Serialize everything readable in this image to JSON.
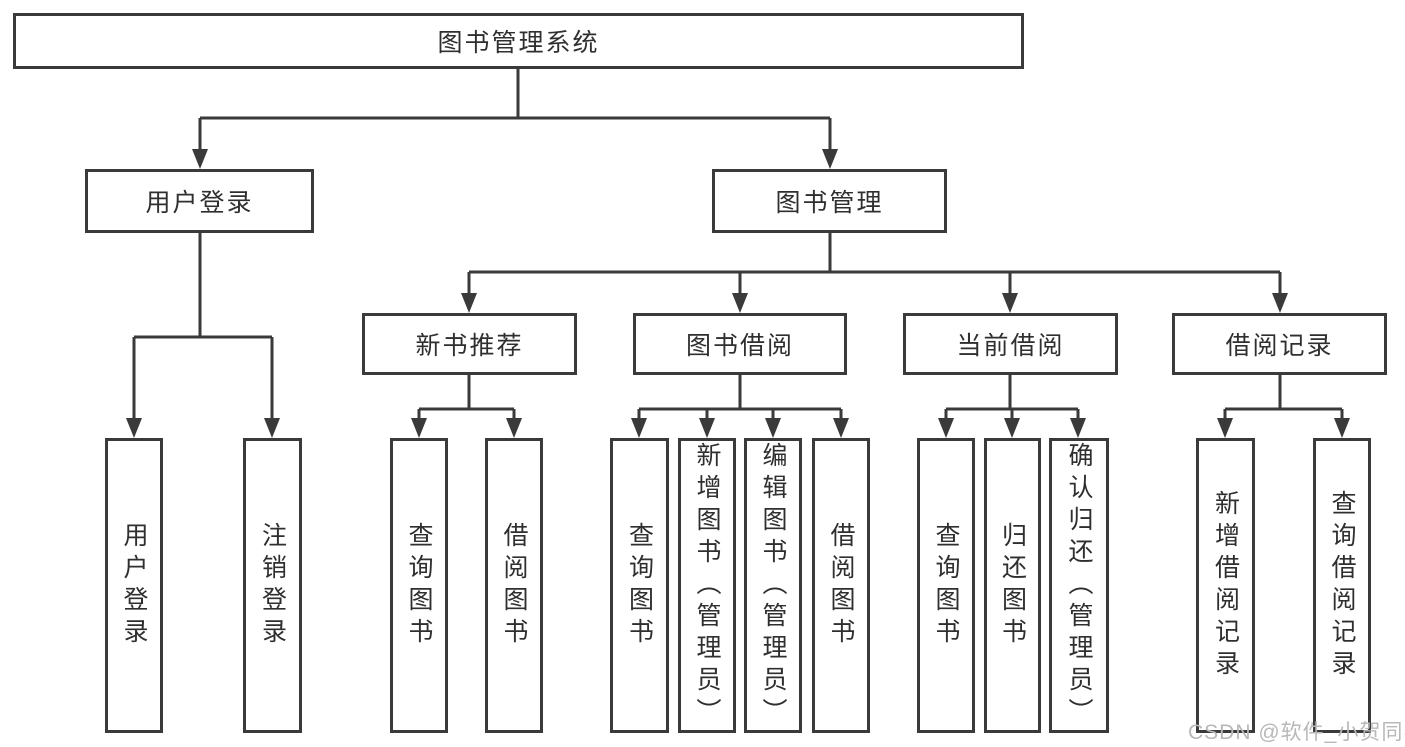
{
  "diagram": {
    "title": "图书管理系统",
    "colors": {
      "line": "#3a3a3a",
      "text": "#2f2f2f",
      "box_background": "#ffffff",
      "watermark": "#b8b8b8"
    },
    "nodes": {
      "root": {
        "label": "图书管理系统"
      },
      "user_login": {
        "label": "用户登录"
      },
      "book_mgmt": {
        "label": "图书管理"
      },
      "new_book_rec": {
        "label": "新书推荐"
      },
      "book_borrow": {
        "label": "图书借阅"
      },
      "current_borrow": {
        "label": "当前借阅"
      },
      "borrow_records": {
        "label": "借阅记录"
      },
      "leaf_user_login": {
        "label": "用户登录"
      },
      "leaf_logout": {
        "label": "注销登录"
      },
      "leaf_query_book_1": {
        "label": "查询图书"
      },
      "leaf_borrow_book_1": {
        "label": "借阅图书"
      },
      "leaf_query_book_2": {
        "label": "查询图书"
      },
      "leaf_add_book": {
        "label": "新增图书（管理员）"
      },
      "leaf_edit_book": {
        "label": "编辑图书（管理员）"
      },
      "leaf_borrow_book_2": {
        "label": "借阅图书"
      },
      "leaf_query_book_3": {
        "label": "查询图书"
      },
      "leaf_return_book": {
        "label": "归还图书"
      },
      "leaf_confirm_return": {
        "label": "确认归还（管理员）"
      },
      "leaf_add_record": {
        "label": "新增借阅记录"
      },
      "leaf_query_record": {
        "label": "查询借阅记录"
      }
    }
  },
  "watermark": {
    "text": "CSDN @软件_小贺同学"
  }
}
